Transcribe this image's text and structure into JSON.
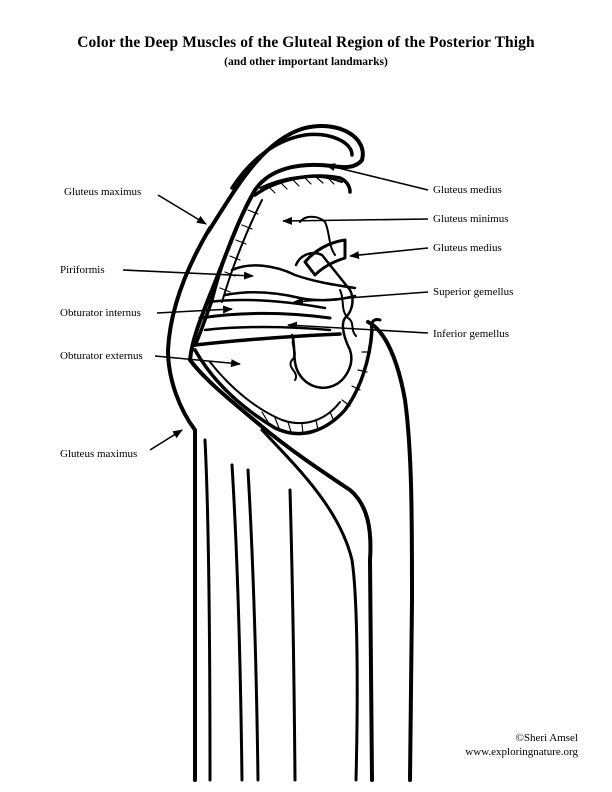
{
  "title": "Color the Deep Muscles of the Gluteal Region of the  Posterior Thigh",
  "subtitle": "(and other important landmarks)",
  "labels": {
    "gluteus_maximus_top": "Gluteus maximus",
    "piriformis": "Piriformis",
    "obturator_internus": "Obturator internus",
    "obturator_externus": "Obturator externus",
    "gluteus_maximus_bottom": "Gluteus maximus",
    "gluteus_medius_top": "Gluteus medius",
    "gluteus_minimus": "Gluteus minimus",
    "gluteus_medius_right": "Gluteus medius",
    "superior_gemellus": "Superior gemellus",
    "inferior_gemellus": "Inferior gemellus"
  },
  "credit": {
    "copyright": "©Sheri Amsel",
    "website": "www.exploringnature.org"
  }
}
